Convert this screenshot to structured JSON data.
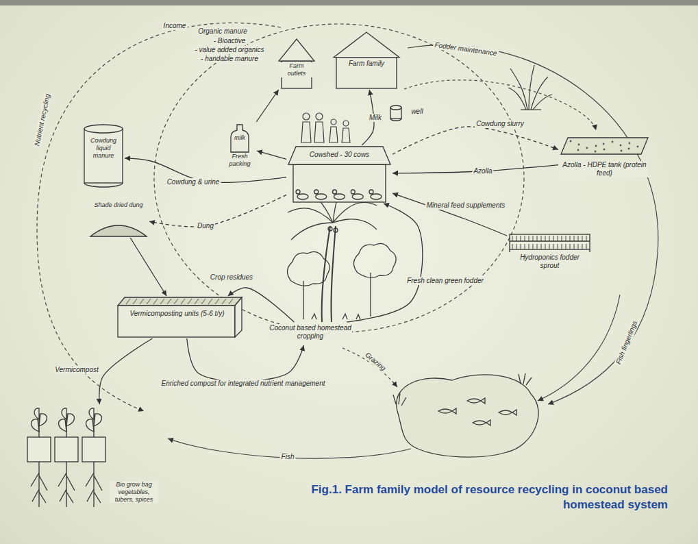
{
  "diagram": {
    "caption": "Fig.1. Farm family model of resource recycling in coconut based homestead system",
    "nodes": [
      {
        "text": [
          "Farm outlets"
        ]
      },
      {
        "text": [
          "Farm family"
        ]
      },
      {
        "text": [
          "Cowshed - 30 cows"
        ]
      },
      {
        "text": [
          "well"
        ]
      },
      {
        "text": [
          "milk",
          "Fresh packing"
        ]
      },
      {
        "text": [
          "Cowdung liquid manure"
        ]
      },
      {
        "text": [
          "Shade dried dung"
        ]
      },
      {
        "text": [
          "Azolla - HDPE tank (protein feed)"
        ]
      },
      {
        "text": [
          "Hydroponics fodder sprout"
        ]
      },
      {
        "text": [
          "Coconut based homestead cropping"
        ]
      },
      {
        "text": [
          "Vermicomposting units (5-6 t/y)"
        ]
      },
      {
        "text": [
          "Bio grow bag vegetables, tubers, spices"
        ]
      }
    ],
    "edges": [
      {
        "from": 2,
        "to": 1,
        "label": "Milk",
        "arrow": "to"
      },
      {
        "from": 2,
        "to": 4,
        "arrow": "to"
      },
      {
        "from": 4,
        "to": 0,
        "arrow": "to"
      },
      {
        "from": 2,
        "to": 5,
        "label": "Cowdung & urine",
        "arrow": "to"
      },
      {
        "from": 2,
        "to": 6,
        "label": "Dung",
        "arrow": "to"
      },
      {
        "from": 6,
        "to": 10,
        "arrow": "to"
      },
      {
        "from": 10,
        "to": 9,
        "label": "Enriched compost for integrated nutrient management",
        "arrow": "to"
      },
      {
        "from": 10,
        "to": 11,
        "label": "Vermicompost",
        "arrow": "to"
      },
      {
        "from": 9,
        "to": 10,
        "label": "Crop residues",
        "arrow": "to"
      },
      {
        "from": 9,
        "to": 2,
        "label": "Fresh clean green fodder",
        "arrow": "to"
      },
      {
        "from": 8,
        "to": 2,
        "label": "Mineral feed supplements",
        "arrow": "to"
      },
      {
        "from": 7,
        "to": 2,
        "label": "Azolla",
        "arrow": "to"
      },
      {
        "from": 2,
        "to": 7,
        "label": "Cowdung slurry",
        "arrow": "to"
      }
    ],
    "labels": [
      "Income",
      "Organic manure",
      "- Bioactive",
      "- value added organics",
      "- handable manure",
      "Nutrient recycling",
      "Fodder maintenance",
      "Grazing",
      "Fish",
      "Fish fingerlings"
    ]
  }
}
